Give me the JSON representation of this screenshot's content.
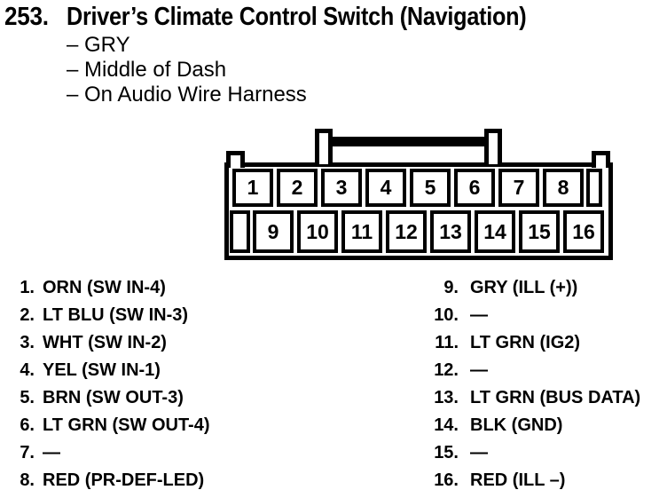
{
  "header": {
    "number": "253.",
    "title": "Driver’s Climate Control Switch (Navigation)",
    "bullets": [
      "– GRY",
      "– Middle of Dash",
      "– On Audio Wire Harness"
    ]
  },
  "connector": {
    "top_pins": [
      "1",
      "2",
      "3",
      "4",
      "5",
      "6",
      "7",
      "8"
    ],
    "bottom_pins": [
      "9",
      "10",
      "11",
      "12",
      "13",
      "14",
      "15",
      "16"
    ]
  },
  "pin_list": {
    "left": [
      {
        "num": "1.",
        "label": "ORN (SW IN-4)"
      },
      {
        "num": "2.",
        "label": "LT BLU (SW IN-3)"
      },
      {
        "num": "3.",
        "label": "WHT (SW IN-2)"
      },
      {
        "num": "4.",
        "label": "YEL (SW IN-1)"
      },
      {
        "num": "5.",
        "label": "BRN (SW OUT-3)"
      },
      {
        "num": "6.",
        "label": "LT GRN (SW OUT-4)"
      },
      {
        "num": "7.",
        "label": "—"
      },
      {
        "num": "8.",
        "label": "RED (PR-DEF-LED)"
      }
    ],
    "right": [
      {
        "num": "9.",
        "label": "GRY (ILL (+))"
      },
      {
        "num": "10.",
        "label": "—"
      },
      {
        "num": "11.",
        "label": "LT GRN (IG2)"
      },
      {
        "num": "12.",
        "label": "—"
      },
      {
        "num": "13.",
        "label": "LT GRN (BUS DATA)"
      },
      {
        "num": "14.",
        "label": "BLK (GND)"
      },
      {
        "num": "15.",
        "label": "—"
      },
      {
        "num": "16.",
        "label": "RED (ILL –)"
      }
    ]
  },
  "colors": {
    "ink": "#000000",
    "paper": "#ffffff"
  }
}
